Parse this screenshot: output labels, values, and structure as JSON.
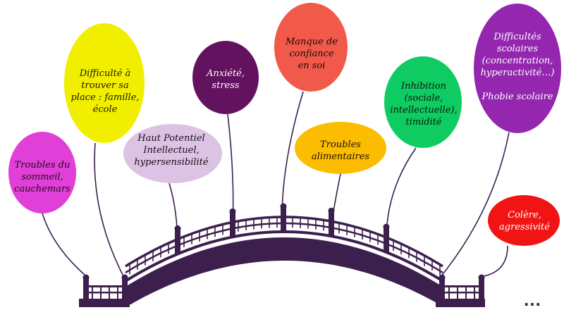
{
  "balloons": [
    {
      "id": "troubles-sommeil",
      "text": "Troubles du\nsommeil,\ncauchemars",
      "color": "#e040d8",
      "text_color": "#1a0a1a"
    },
    {
      "id": "difficulte-place",
      "text": "Difficulté à\ntrouver sa\nplace : famille,\nécole",
      "color": "#f2ee00",
      "text_color": "#1a1a00"
    },
    {
      "id": "haut-potentiel",
      "text": "Haut Potentiel\nIntellectuel,\nhypersensibilité",
      "color": "#dcc3e3",
      "text_color": "#1a0a1a"
    },
    {
      "id": "anxiete",
      "text": "Anxiété,\nstress",
      "color": "#63125f",
      "text_color": "#ffffff"
    },
    {
      "id": "manque-confiance",
      "text": "Manque de\nconfiance\nen soi",
      "color": "#f15a4a",
      "text_color": "#1a0a0a"
    },
    {
      "id": "troubles-alimentaires",
      "text": "Troubles\nalimentaires",
      "color": "#fcbc00",
      "text_color": "#1a1000"
    },
    {
      "id": "inhibition",
      "text": "Inhibition\n(sociale,\nintellectuelle),\ntimidité",
      "color": "#0ecc62",
      "text_color": "#0a1a0a"
    },
    {
      "id": "difficultes-scolaires",
      "text": "Difficultés\nscolaires\n(concentration,\nhyperactivité…)\n\nPhobie scolaire",
      "color": "#9426b0",
      "text_color": "#ffffff"
    },
    {
      "id": "colere",
      "text": "Colère,\nagressivité",
      "color": "#f01414",
      "text_color": "#ffffff"
    }
  ],
  "bridge_color": "#3d1f4e",
  "ellipsis": "…"
}
